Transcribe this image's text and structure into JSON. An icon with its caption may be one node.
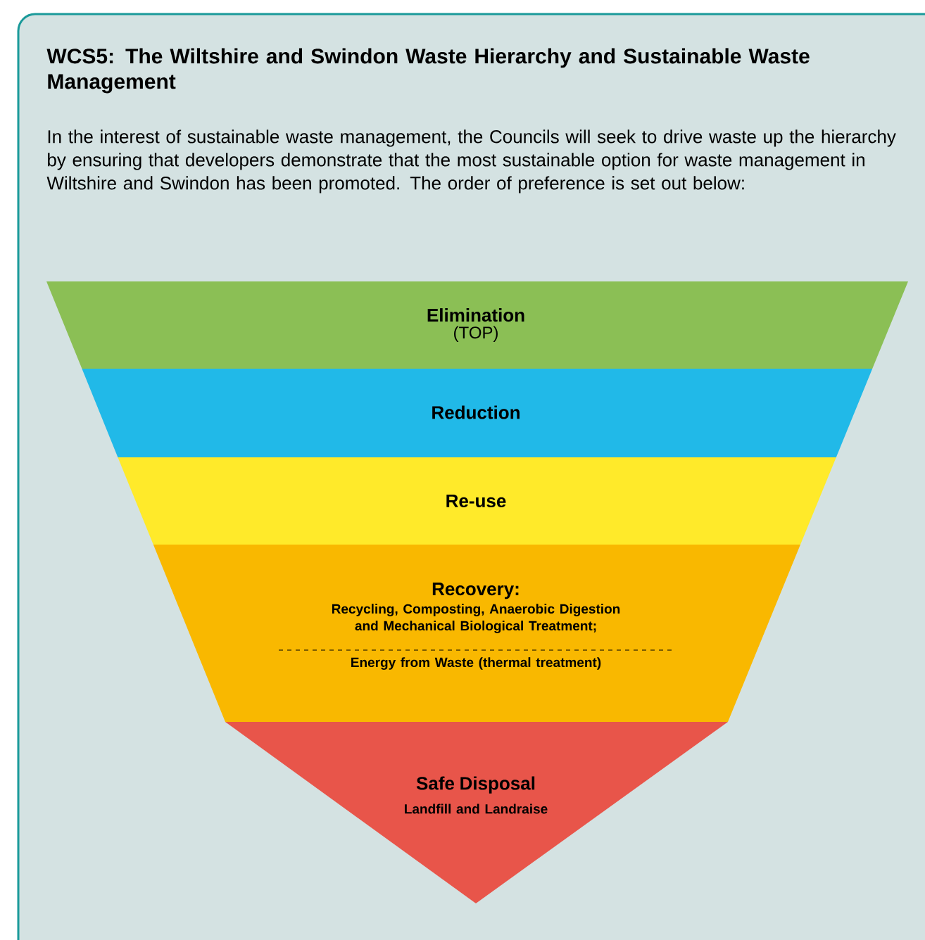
{
  "diagram": {
    "title": "WCS5: The Wiltshire and Swindon Waste Hierarchy and Sustainable Waste Management",
    "nodes": [
      {
        "text": [
          "Elimination",
          "(TOP)"
        ]
      },
      {
        "text": [
          "Reduction"
        ]
      },
      {
        "text": [
          "Re-use"
        ]
      },
      {
        "text": [
          "Recovery:",
          "Recycling, Composting, Anaerobic Digestion and Mechanical Biological Treatment;",
          "Energy from Waste (thermal treatment)"
        ]
      },
      {
        "text": [
          "Safe Disposal",
          "Landfill and Landraise"
        ]
      }
    ],
    "labels": [
      "In the interest of sustainable waste management, the Councils will seek to drive waste up the hierarchy by ensuring that developers demonstrate that the most sustainable option for waste management in Wiltshire and Swindon has been promoted.  The order of preference is set out below:"
    ]
  }
}
